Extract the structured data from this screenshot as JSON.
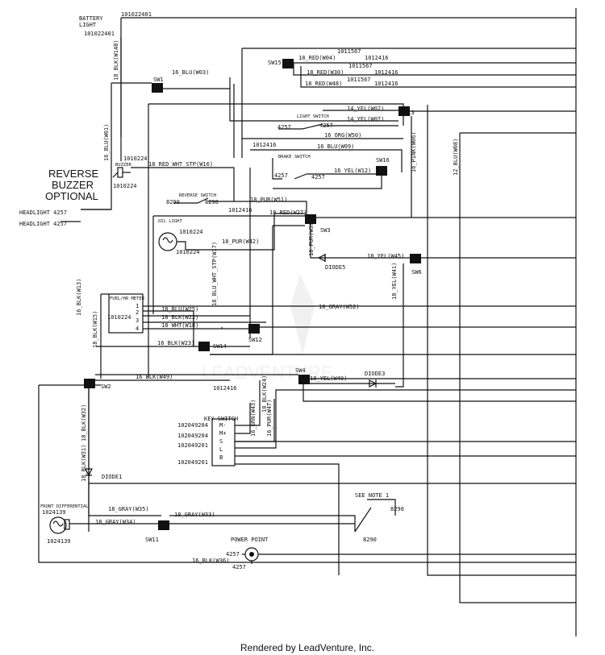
{
  "diagram": {
    "battery_light": "BATTERY\nLIGHT",
    "id_101022401": "101022401",
    "id_101022401_b": "101022401",
    "w14b": "18_BLK(W14B)",
    "w03": "16_BLU(W03)",
    "sw1": "SW1",
    "sw15": "SW15",
    "w04": "18_RED(W04)",
    "id_1011567_a": "1011567",
    "id_1012416_a": "1012416",
    "w30": "18_RED(W30)",
    "id_1011567_b": "1011567",
    "id_1012416_b": "1012416",
    "w48": "18_RED(W48)",
    "id_1011567_c": "1011567",
    "id_1012416_c": "1012416",
    "light_switch": "LIGHT SWITCH",
    "w02": "14_YEL(W02)",
    "sw13": "SW13",
    "id_4257_a": "4257",
    "id_4257_b": "4257",
    "w07": "14_YEL(W07)",
    "w50": "16_ORG(W50)",
    "id_1012416_d": "1012416",
    "w09": "16_BLU(W09)",
    "brake_switch": "BRAKE SWITCH",
    "sw16": "SW16",
    "w12": "16_YEL(W12)",
    "id_4257_c": "4257",
    "id_4257_d": "4257",
    "w06": "16_PINK(W06)",
    "w08": "12_BLU(W08)",
    "w01": "16_BLU(W01)",
    "buzzer": "BUZZER",
    "id_1010224_a": "1010224",
    "id_1010224_b": "1010224",
    "reverse_buzzer": "REVERSE",
    "reverse_buzzer_2": "BUZZER",
    "reverse_buzzer_3": "OPTIONAL",
    "w16": "18_RED_WHT_STP(W16)",
    "reverse_switch": "REVERSE SWITCH",
    "id_8290_a": "8290",
    "id_8290_b": "8290",
    "w51": "18_PUR(W51)",
    "id_1012416_e": "1012416",
    "w27": "18_RED(W27)",
    "headlight_1": "HEADLIGHT 4257",
    "headlight_2": "HEADLIGHT 4257",
    "oil_light": "OIL LIGHT",
    "id_1010224_c": "1010224",
    "w42": "18_PUR(W42)",
    "id_1010224_d": "1010224",
    "sw3": "SW3",
    "w39": "18_PUR(W39)",
    "w17": "18_BLU_WHT_STP(W17)",
    "diode5": "DIODE5",
    "w45": "18_YEL(W45)",
    "sw6": "SW6",
    "w41": "18_YEL(W41)",
    "w13": "16_BLK(W13)",
    "fuel_meter": "FUEL/HR METER",
    "w25": "18_BLU(W25)",
    "w22": "18_BLK(W22)",
    "w18": "18_WHT(W18)",
    "id_1010224_e": "1010224",
    "pin1": "1",
    "pin2": "2",
    "pin3": "3",
    "pin4": "4",
    "w52": "18_GRAY(W52)",
    "w15": "18_BLK(W15)",
    "sw12": "SW12",
    "w23": "16_BLK(W23)",
    "sw14": "SW14",
    "w49": "16_BLK(W49)",
    "sw4": "SW4",
    "w40": "18_YEL(W40)",
    "diode3": "DIODE3",
    "sw2": "SW2",
    "id_1012416_f": "1012416",
    "w24": "18_BLK(W24)",
    "key_switch": "KEY SWITCH",
    "w43": "16_GRN(W43)",
    "w47": "16_PUR(W47)",
    "id_102049204_a": "102049204",
    "id_102049204_b": "102049204",
    "id_102049201_a": "102049201",
    "id_102049201_b": "102049201",
    "pin_m_minus": "M-",
    "pin_m_plus": "M+",
    "pin_s": "S",
    "pin_l": "L",
    "pin_b": "B",
    "w32": "18_BLK(W32)",
    "w31": "18_BLK(W31)",
    "diode1": "DIODE1",
    "front_diff": "FRONT DIFFERENTIAL",
    "id_1024139_a": "1024139",
    "id_1024139_b": "1024139",
    "w35": "18_GRAY(W35)",
    "w33": "18_GRAY(W33)",
    "w34": "18_GRAY(W34)",
    "sw11": "SW11",
    "see_note": "SEE NOTE 1",
    "id_8290_c": "8290",
    "id_8290_d": "8290",
    "power_point": "POWER POINT",
    "id_4257_e": "4257",
    "w36": "16_BLK(W36)",
    "id_4257_f": "4257",
    "footer": "Rendered by LeadVenture, Inc."
  }
}
